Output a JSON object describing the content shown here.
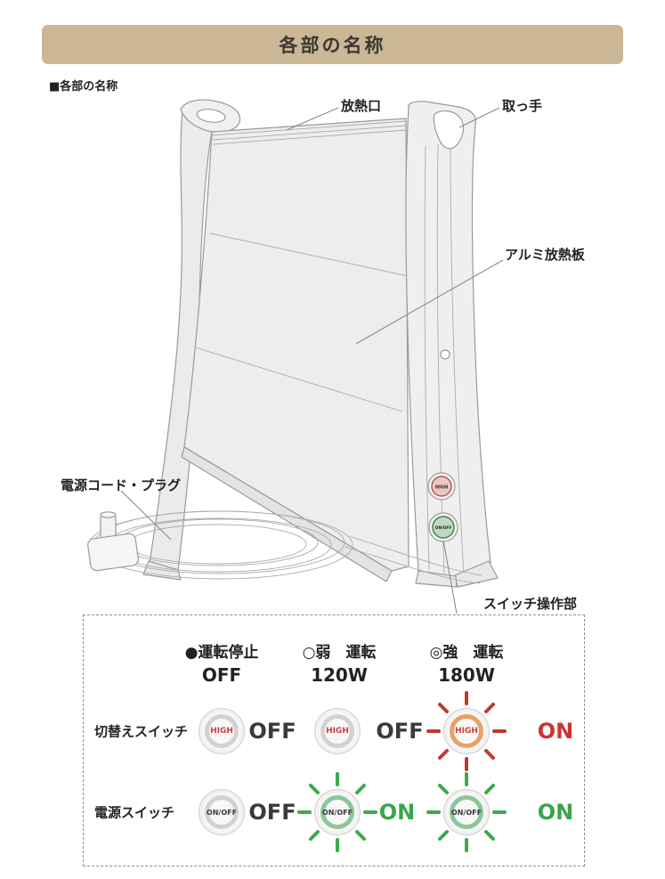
{
  "banner": {
    "title": "各部の名称",
    "bg_color": "#c9b795",
    "text_color": "#3c3a2f"
  },
  "section_heading": "■各部の名称",
  "diagram": {
    "labels": {
      "vent": "放熱口",
      "handle": "取っ手",
      "heat_panel": "アルミ放熱板",
      "cord_plug": "電源コード・プラグ",
      "switch_area": "スイッチ操作部"
    },
    "device_buttons": {
      "high": "HIGH",
      "power": "ON/OFF"
    }
  },
  "switch_panel": {
    "legend": [
      {
        "mode": "●運転停止",
        "watt": "OFF"
      },
      {
        "mode": "○弱　運転",
        "watt": "120W"
      },
      {
        "mode": "◎強　運転",
        "watt": "180W"
      }
    ],
    "rows": [
      {
        "label": "切替えスイッチ",
        "button_label": "HIGH",
        "states": [
          {
            "state": "OFF",
            "glow": false
          },
          {
            "state": "OFF",
            "glow": false
          },
          {
            "state": "ON",
            "glow": true
          }
        ]
      },
      {
        "label": "電源スイッチ",
        "button_label": "ON/OFF",
        "states": [
          {
            "state": "OFF",
            "glow": false
          },
          {
            "state": "ON",
            "glow": true
          },
          {
            "state": "ON",
            "glow": true
          }
        ]
      }
    ],
    "colors": {
      "off_text": "#3a3a3a",
      "on_red": "#cc3333",
      "on_green": "#3aa54a",
      "glow_ring_orange": "#e5a266",
      "glow_rays_red": "#c0392b",
      "glow_ring_green": "#8cc79a",
      "glow_rays_green": "#3aab4c"
    }
  }
}
